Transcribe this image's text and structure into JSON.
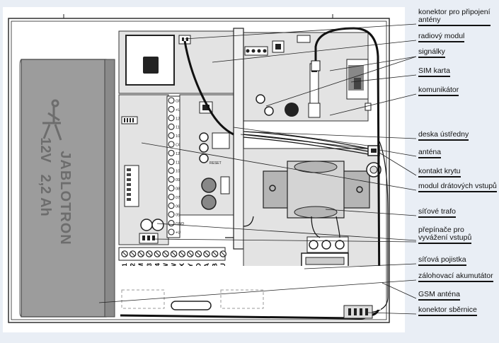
{
  "battery": {
    "brand": "JABLOTRON",
    "spec": "12V   2,2 Ah"
  },
  "board_labels": {
    "terminals": [
      "01",
      "02",
      "COM",
      "03",
      "04",
      "EW",
      "IW",
      "PGX",
      "PGY",
      "GND",
      "A",
      "B",
      "+U"
    ],
    "side_terminals": [
      "GND",
      "+U",
      "12",
      "11",
      "10",
      "COM",
      "12",
      "11",
      "10",
      "09",
      "08",
      "07",
      "06",
      "05",
      "GND",
      "+U"
    ],
    "reset": "RESET"
  },
  "callouts": [
    {
      "id": "konektor-anteny",
      "line1": "konektor pro připojení",
      "line2": "antény"
    },
    {
      "id": "radiovy-modul",
      "line1": "radiový modul"
    },
    {
      "id": "signalky",
      "line1": "signálky"
    },
    {
      "id": "sim-karta",
      "line1": "SIM karta"
    },
    {
      "id": "komunikator",
      "line1": "komunikátor"
    },
    {
      "id": "deska-ustredny",
      "line1": "deska ústředny"
    },
    {
      "id": "antena",
      "line1": "anténa"
    },
    {
      "id": "kontakt-krytu",
      "line1": "kontakt krytu"
    },
    {
      "id": "modul-dratovych-vstupu",
      "line1": "modul drátových vstupů"
    },
    {
      "id": "sitove-trafo",
      "line1": "síťové trafo"
    },
    {
      "id": "prepinace",
      "line1": "přepínače pro",
      "line2": "vyvážení vstupů"
    },
    {
      "id": "sitova-pojistka",
      "line1": "síťová pojistka"
    },
    {
      "id": "zalohovaci-akumulator",
      "line1": "zálohovací akumutátor"
    },
    {
      "id": "gsm-antena",
      "line1": "GSM anténa"
    },
    {
      "id": "konektor-sbernice",
      "line1": "konektor sběrnice"
    }
  ]
}
